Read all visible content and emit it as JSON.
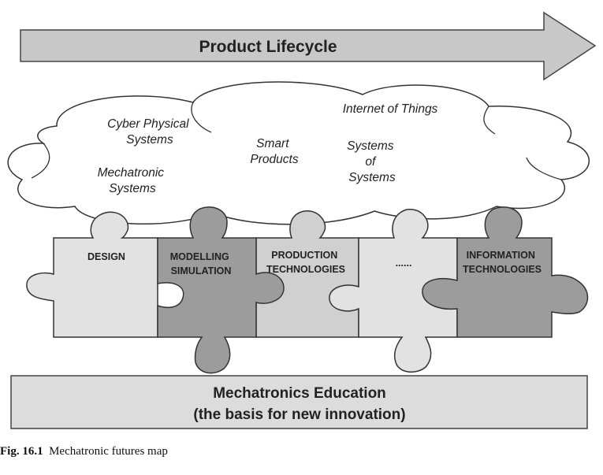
{
  "arrow": {
    "label": "Product Lifecycle",
    "fill": "#c8c8c8"
  },
  "cloud": {
    "fill": "#ffffff",
    "items": [
      [
        "Cyber Physical",
        "Systems"
      ],
      [
        "Mechatronic",
        "Systems"
      ],
      [
        "Smart",
        "Products"
      ],
      [
        "Internet of Things"
      ],
      [
        "Systems",
        "of",
        "Systems"
      ]
    ]
  },
  "puzzle": {
    "colors": {
      "light": "#e2e2e2",
      "medium": "#d0d0d0",
      "dark": "#9c9c9c"
    },
    "pieces": [
      {
        "lines": [
          "DESIGN"
        ],
        "shade": "light"
      },
      {
        "lines": [
          "MODELLING",
          "SIMULATION"
        ],
        "shade": "dark"
      },
      {
        "lines": [
          "PRODUCTION",
          "TECHNOLOGIES"
        ],
        "shade": "medium"
      },
      {
        "lines": [
          "......"
        ],
        "shade": "light"
      },
      {
        "lines": [
          "INFORMATION",
          "TECHNOLOGIES"
        ],
        "shade": "dark"
      }
    ]
  },
  "base": {
    "line1": "Mechatronics Education",
    "line2": "(the basis for new innovation)",
    "fill": "#dcdcdc"
  },
  "caption": {
    "label": "Fig. 16.1",
    "text": "Mechatronic futures map"
  }
}
